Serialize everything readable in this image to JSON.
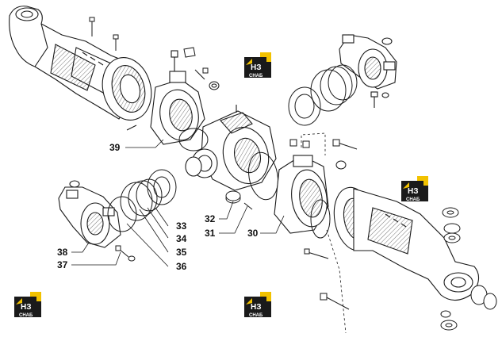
{
  "callouts": {
    "c39": "39",
    "c33": "33",
    "c34": "34",
    "c35": "35",
    "c36": "36",
    "c38": "38",
    "c37": "37",
    "c32": "32",
    "c31": "31",
    "c30": "30"
  },
  "logo": {
    "mark": "НЗ",
    "sub": "СНАБ"
  },
  "colors": {
    "line": "#1a1a1a",
    "shade": "#9a9a9a",
    "logo_bg": "#1a1a1a",
    "logo_accent": "#f2c200"
  }
}
